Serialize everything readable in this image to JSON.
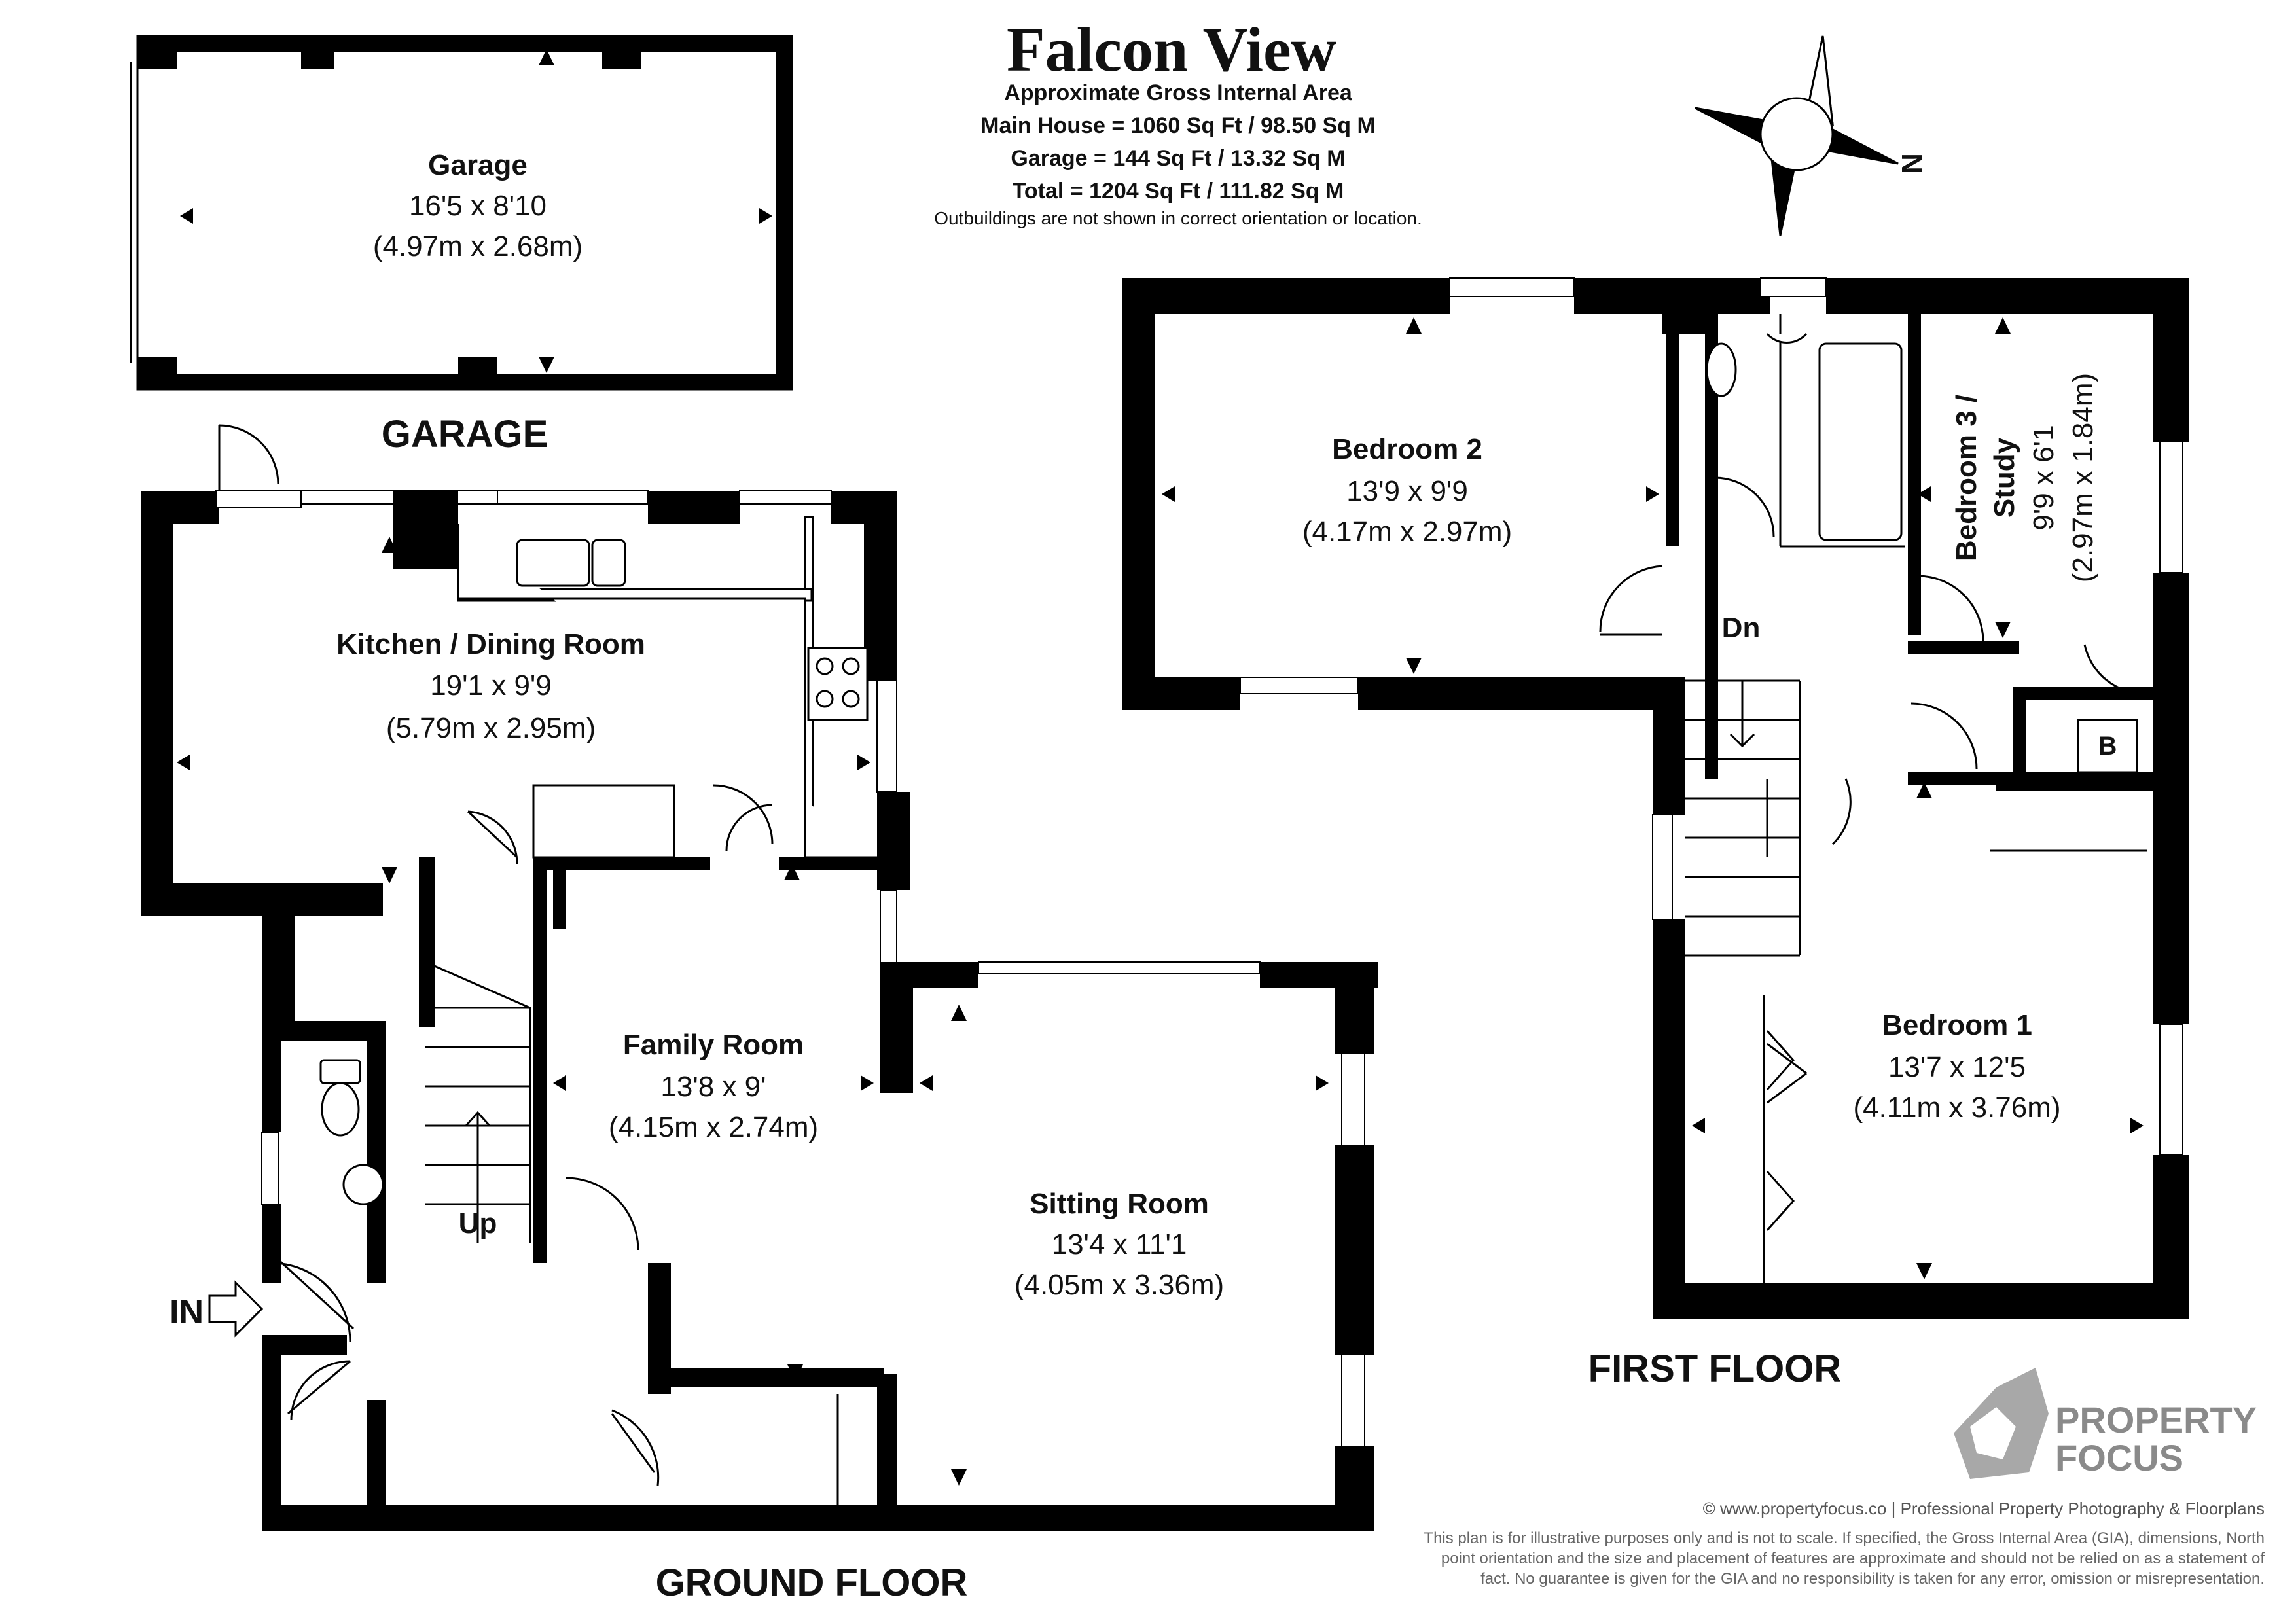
{
  "title": "Falcon View",
  "area": {
    "heading": "Approximate Gross Internal Area",
    "main_house": "Main House = 1060 Sq Ft / 98.50 Sq M",
    "garage": "Garage = 144 Sq Ft / 13.32 Sq M",
    "total": "Total = 1204 Sq Ft / 111.82 Sq M",
    "note": "Outbuildings are not shown in correct orientation or location."
  },
  "compass": {
    "label": "N"
  },
  "rooms": {
    "garage": {
      "name": "Garage",
      "imperial": "16'5 x 8'10",
      "metric": "(4.97m x 2.68m)"
    },
    "kitchen": {
      "name": "Kitchen / Dining Room",
      "imperial": "19'1 x 9'9",
      "metric": "(5.79m x 2.95m)"
    },
    "family": {
      "name": "Family Room",
      "imperial": "13'8 x 9'",
      "metric": "(4.15m x 2.74m)"
    },
    "sitting": {
      "name": "Sitting Room",
      "imperial": "13'4 x 11'1",
      "metric": "(4.05m x 3.36m)"
    },
    "bedroom2": {
      "name": "Bedroom 2",
      "imperial": "13'9 x 9'9",
      "metric": "(4.17m x 2.97m)"
    },
    "bedroom3": {
      "name_line1": "Bedroom 3 /",
      "name_line2": "Study",
      "imperial": "9'9 x 6'1",
      "metric": "(2.97m x 1.84m)"
    },
    "bedroom1": {
      "name": "Bedroom 1",
      "imperial": "13'7 x 12'5",
      "metric": "(4.11m x 3.76m)"
    }
  },
  "labels": {
    "up": "Up",
    "dn": "Dn",
    "in": "IN",
    "boiler": "B"
  },
  "floors": {
    "garage": "GARAGE",
    "ground": "GROUND FLOOR",
    "first": "FIRST FLOOR"
  },
  "brand": {
    "line1": "PROPERTY",
    "line2": "FOCUS"
  },
  "footer": {
    "credit": "© www.propertyfocus.co | Professional Property Photography & Floorplans",
    "disclaimer1": "This plan is for illustrative purposes only and is not to scale. If specified, the Gross Internal Area (GIA), dimensions, North",
    "disclaimer2": "point orientation and the size and placement of features are approximate and should not be relied on as a statement of",
    "disclaimer3": "fact. No guarantee is given for the GIA and no responsibility is taken for any error, omission or misrepresentation."
  },
  "colors": {
    "wall": "#000000",
    "text": "#111111",
    "brand": "#8a8a8a",
    "footer": "#666666"
  }
}
